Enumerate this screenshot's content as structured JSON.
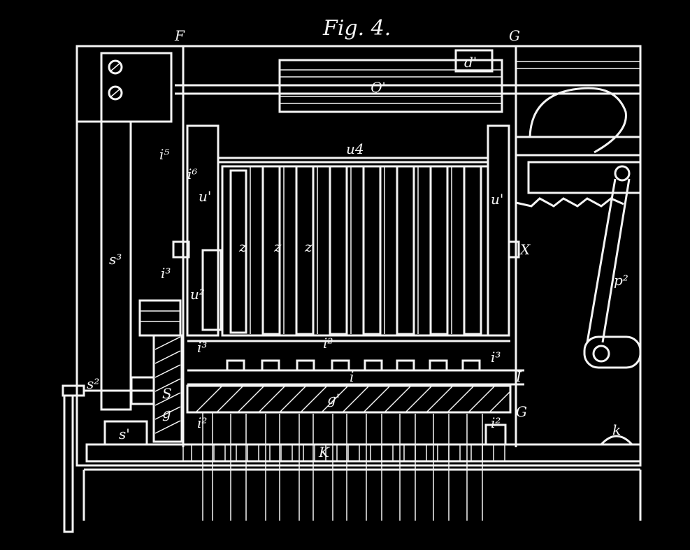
{
  "figure": {
    "title": "Fig. 4.",
    "labels": {
      "F": "F",
      "G_top": "G",
      "G_side": "G",
      "d1": "d'",
      "Q1": "Q'",
      "u4": "u4",
      "u1_left": "u'",
      "u1_right": "u'",
      "u2": "u²",
      "i5": "i⁵",
      "i6": "i⁶",
      "i3_left": "i³",
      "i3_mid": "i³",
      "i3_right": "i³",
      "i2_mid": "i²",
      "i2_lower": "i²",
      "i2_right": "i²",
      "i": "i",
      "I": "I",
      "z1": "z",
      "z2": "z",
      "z3": "z",
      "X": "X",
      "p2": "p²",
      "s3": "s³",
      "s1": "s'",
      "s2": "s²",
      "S": "S",
      "g": "g",
      "g1": "g'",
      "K": "K",
      "k": "k"
    }
  }
}
